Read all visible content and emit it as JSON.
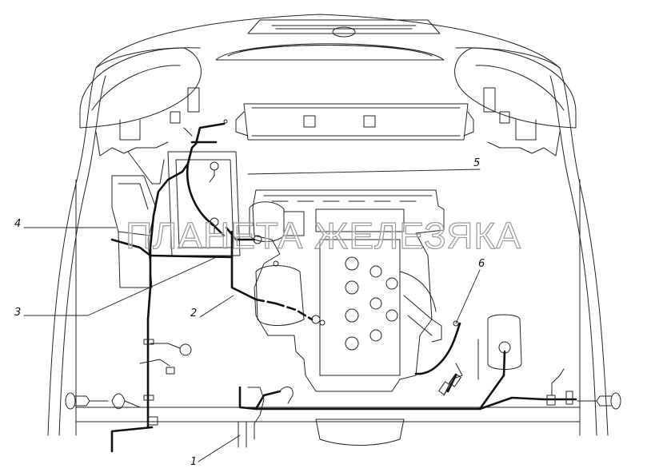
{
  "watermark": "ПЛАНЕТА ЖЕЛЕЗЯКА",
  "callouts": {
    "c1": "1",
    "c2": "2",
    "c3": "3",
    "c4": "4",
    "c5": "5",
    "c6": "6"
  },
  "colors": {
    "line": "#1a1a1a",
    "background": "#ffffff"
  }
}
